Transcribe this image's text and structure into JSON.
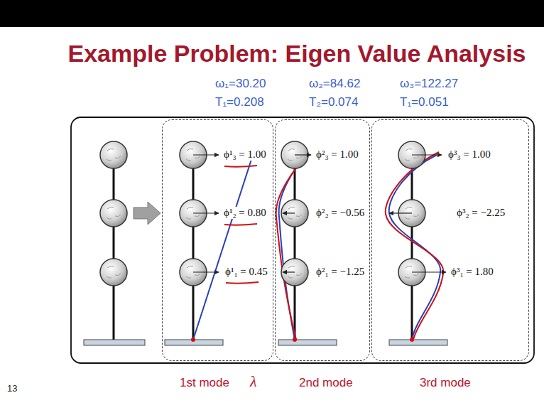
{
  "diagram": {
    "title": "Example Problem: Eigen Value Analysis",
    "nodes": [
      {
        "text": [
          "ϕ¹₃ = 1.00",
          "ϕ¹₂ = 0.80",
          "ϕ¹₁ = 0.45",
          "1st mode"
        ]
      },
      {
        "text": [
          "ϕ²₃ = 1.00",
          "ϕ²₂ = −0.56",
          "ϕ²₁ = −1.25",
          "2nd mode"
        ]
      },
      {
        "text": [
          "ϕ³₃ = 1.00",
          "ϕ³₂ = −2.25",
          "ϕ³₁ = 1.80",
          "3rd mode"
        ]
      }
    ],
    "labels": [
      "ω₁=30.20",
      "ω₂=84.62",
      "ω₃=122.27",
      "T₁=0.208",
      "T₂=0.074",
      "T₁=0.051",
      "λ",
      "13"
    ]
  }
}
